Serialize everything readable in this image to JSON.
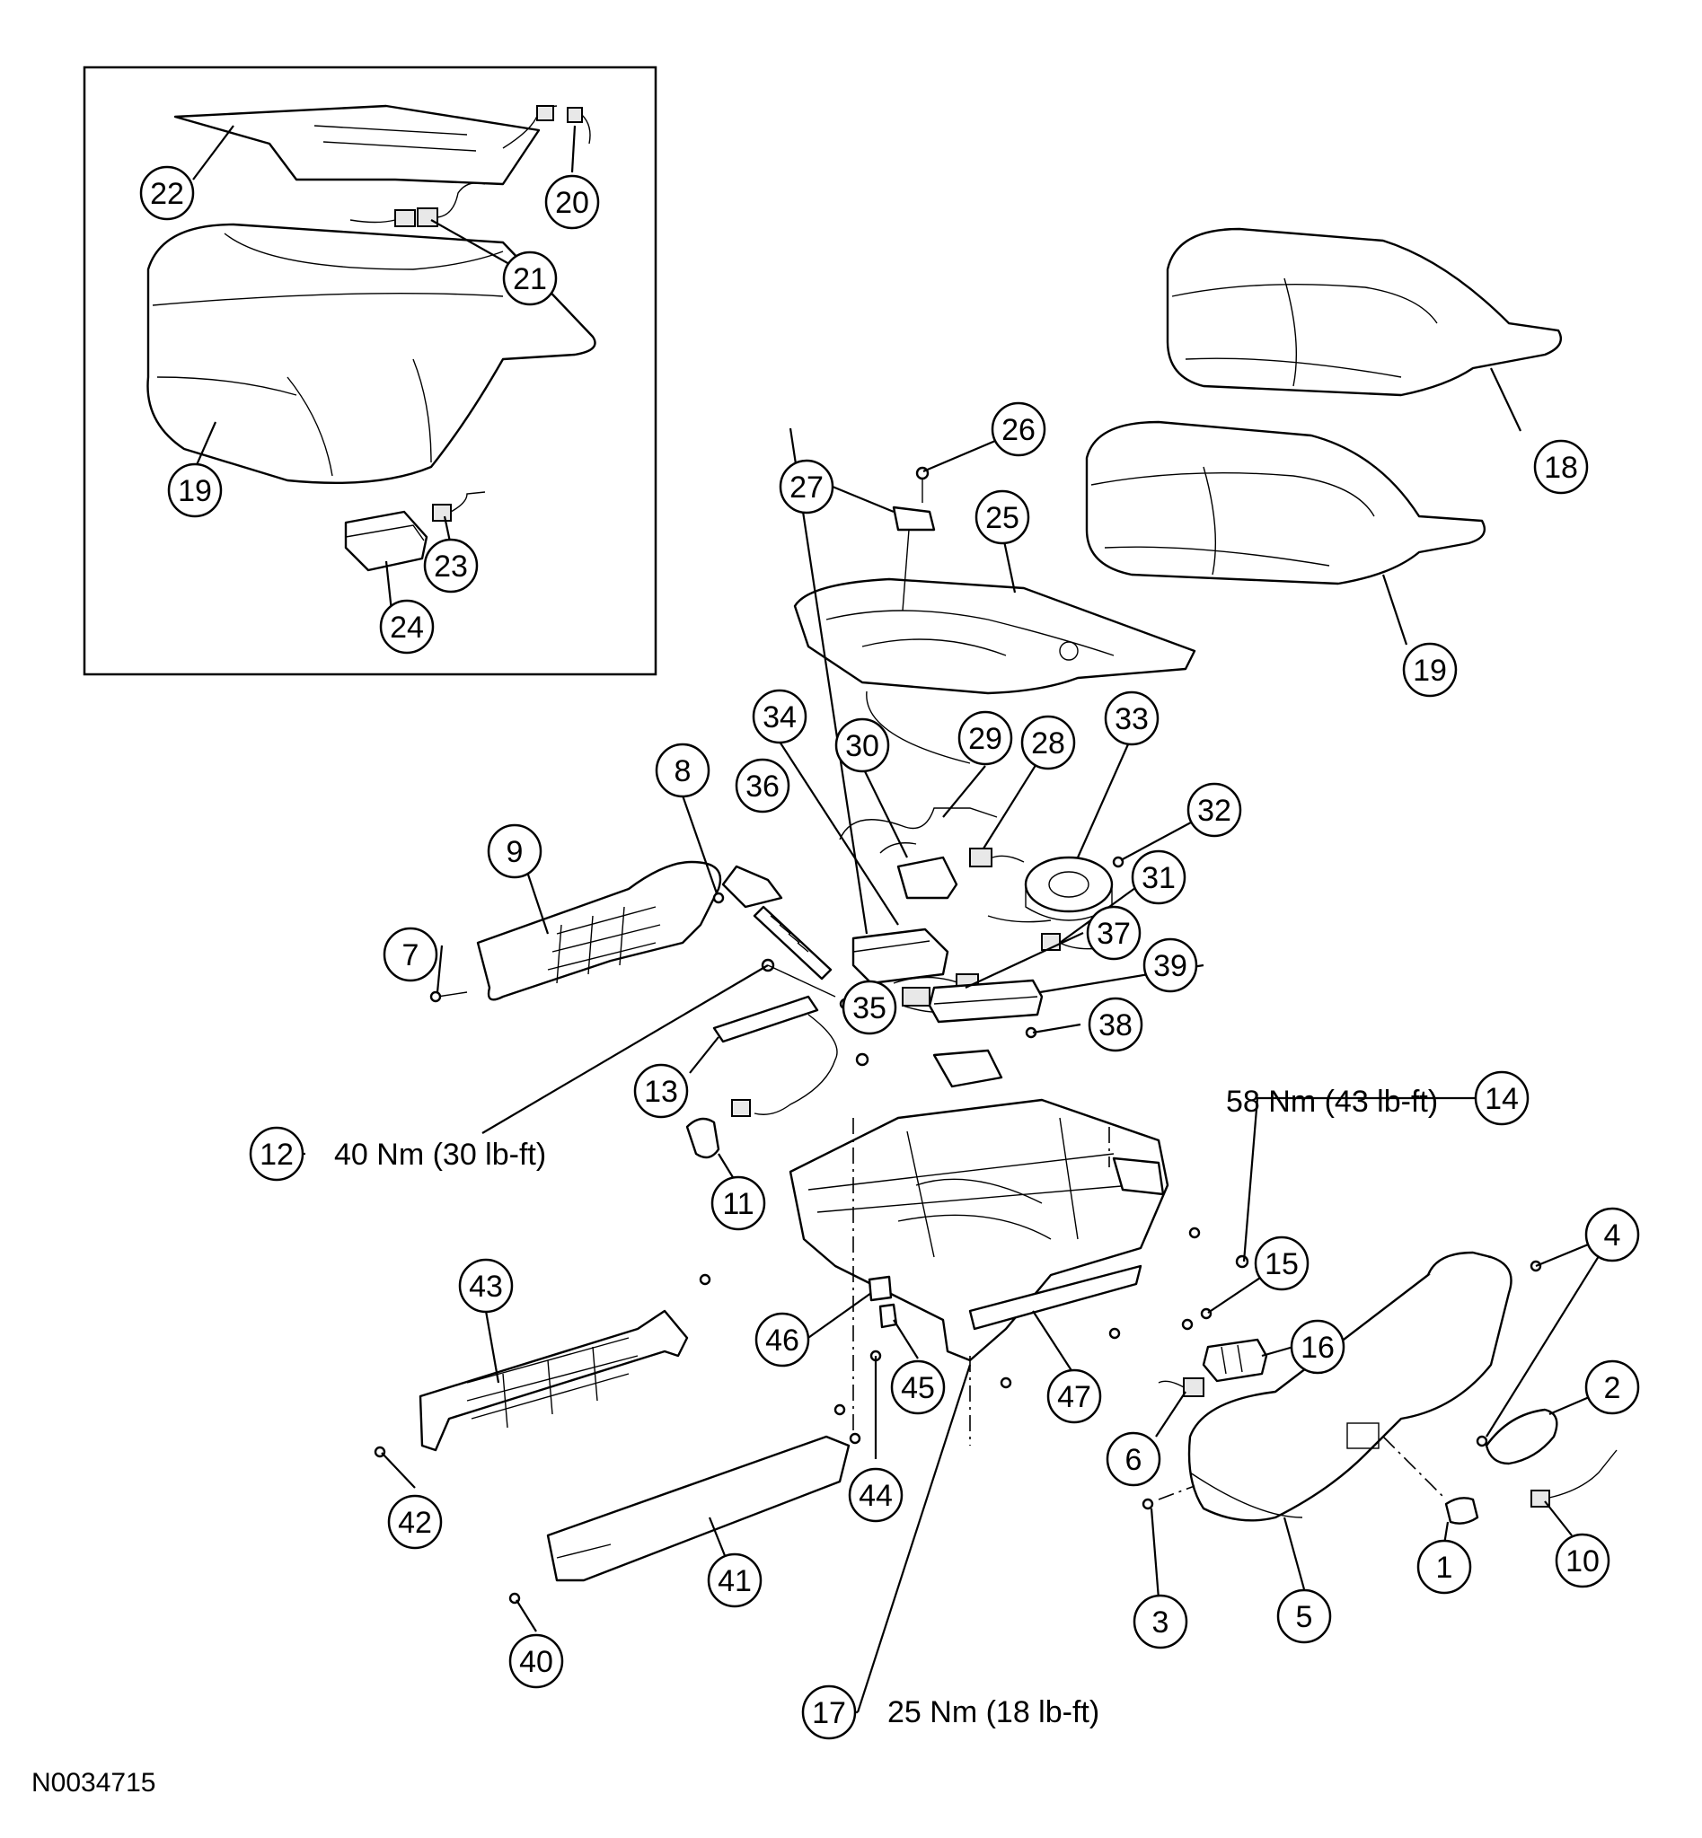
{
  "callouts": [
    {
      "n": "1"
    },
    {
      "n": "2"
    },
    {
      "n": "3"
    },
    {
      "n": "4"
    },
    {
      "n": "5"
    },
    {
      "n": "6"
    },
    {
      "n": "7"
    },
    {
      "n": "8"
    },
    {
      "n": "9"
    },
    {
      "n": "10"
    },
    {
      "n": "11"
    },
    {
      "n": "12"
    },
    {
      "n": "13"
    },
    {
      "n": "14"
    },
    {
      "n": "15"
    },
    {
      "n": "16"
    },
    {
      "n": "17"
    },
    {
      "n": "18"
    },
    {
      "n": "19"
    },
    {
      "n": "19"
    },
    {
      "n": "20"
    },
    {
      "n": "21"
    },
    {
      "n": "22"
    },
    {
      "n": "23"
    },
    {
      "n": "24"
    },
    {
      "n": "25"
    },
    {
      "n": "26"
    },
    {
      "n": "27"
    },
    {
      "n": "28"
    },
    {
      "n": "29"
    },
    {
      "n": "30"
    },
    {
      "n": "31"
    },
    {
      "n": "32"
    },
    {
      "n": "33"
    },
    {
      "n": "34"
    },
    {
      "n": "35"
    },
    {
      "n": "36"
    },
    {
      "n": "37"
    },
    {
      "n": "38"
    },
    {
      "n": "39"
    },
    {
      "n": "40"
    },
    {
      "n": "41"
    },
    {
      "n": "42"
    },
    {
      "n": "43"
    },
    {
      "n": "44"
    },
    {
      "n": "45"
    },
    {
      "n": "46"
    },
    {
      "n": "47"
    }
  ],
  "torque": {
    "t12": "40 Nm (30 lb-ft)",
    "t14": "58 Nm (43 lb-ft)",
    "t17": "25 Nm (18 lb-ft)"
  },
  "reference_id": "N0034715"
}
